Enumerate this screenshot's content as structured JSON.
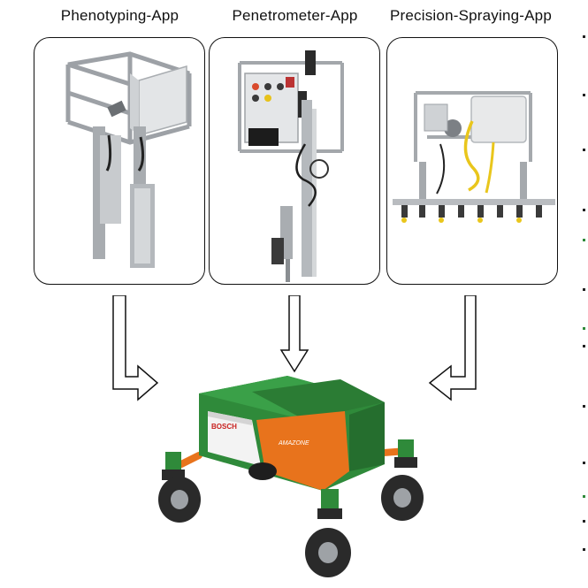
{
  "apps": [
    {
      "title": "Phenotyping-App"
    },
    {
      "title": "Penetrometer-App"
    },
    {
      "title": "Precision-Spraying-App"
    }
  ],
  "robot": {
    "brand_text": "BOSCH",
    "side_text": "AMAZONE"
  },
  "colors": {
    "border": "#111111",
    "robot_green": "#2f8a3a",
    "robot_orange": "#e8731c",
    "frame_gray": "#b9bcc0",
    "spray_yellow": "#e9c61c"
  }
}
